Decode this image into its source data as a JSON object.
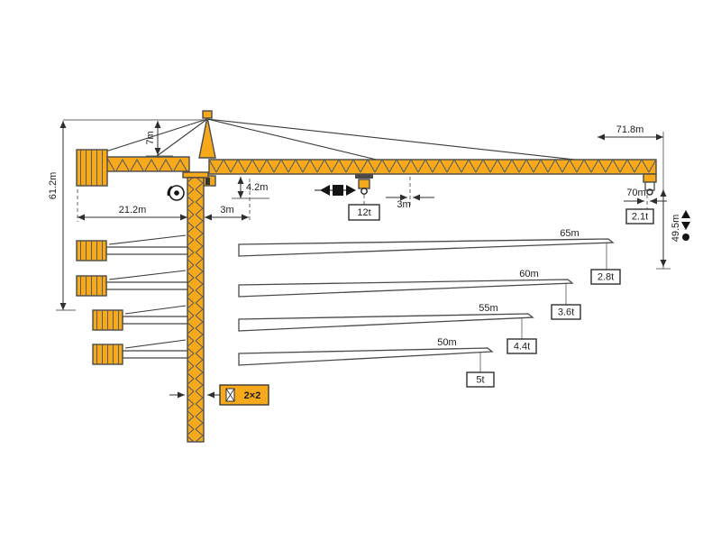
{
  "colors": {
    "crane_yellow": "#F7A91C",
    "crane_outline": "#4A4A4A",
    "lattice": "#5B5B5B",
    "dim_color": "#2F2F2F"
  },
  "labels": {
    "jib_length": "71.8m",
    "hook_radius": "70m",
    "tip_load": "2.1t",
    "hook_height": "49.5m",
    "tower_height": "61.2m",
    "apex_height": "7m",
    "counter_jib_length": "21.2m",
    "min_radius": "3m",
    "jib_depth": "4.2m",
    "trolley_offset": "3m",
    "max_load": "12t",
    "mast_section": "2×2"
  },
  "jib_variants": [
    {
      "length": "65m",
      "tip_load": "2.8t"
    },
    {
      "length": "60m",
      "tip_load": "3.6t"
    },
    {
      "length": "55m",
      "tip_load": "4.4t"
    },
    {
      "length": "50m",
      "tip_load": "5t"
    }
  ],
  "icons": {
    "slewing_icon": "rotation symbol",
    "trolley_travel_icon": "◄■►",
    "hook_travel_icon": "▲▼●"
  }
}
